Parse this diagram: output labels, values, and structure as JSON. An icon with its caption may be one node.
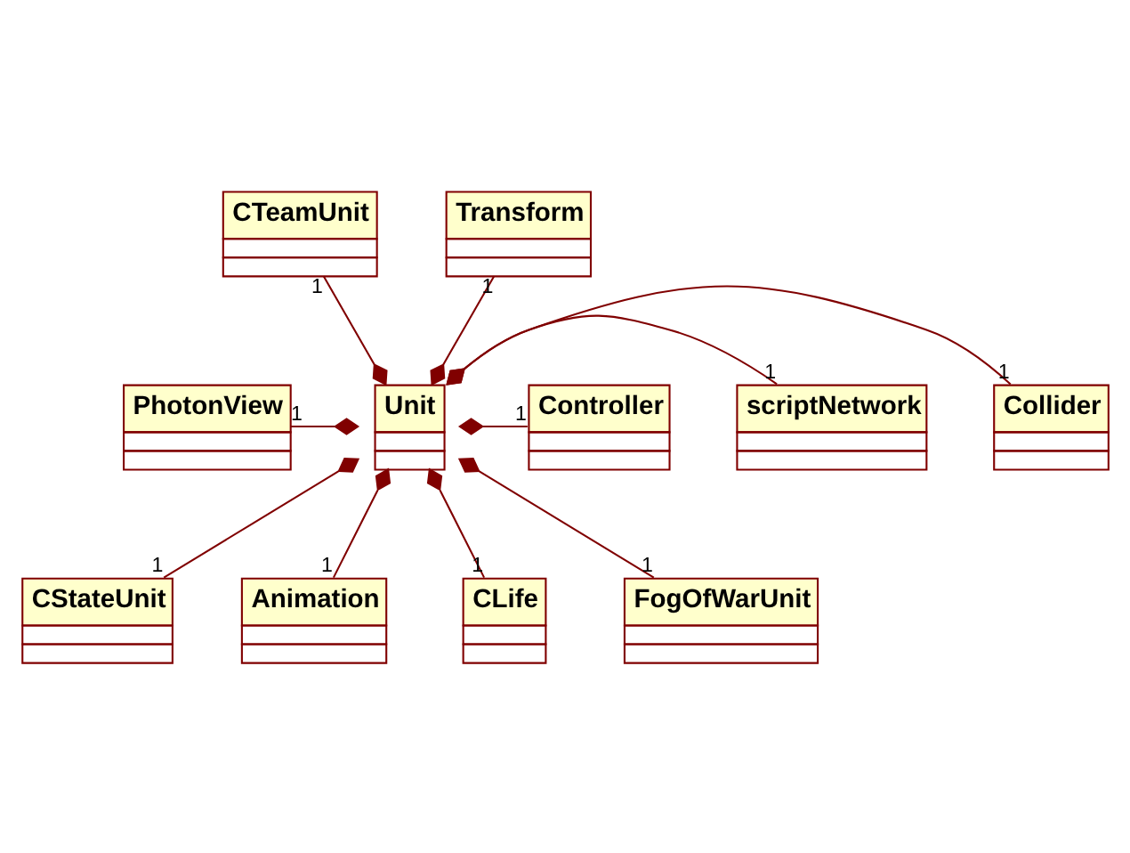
{
  "diagram": {
    "nodes": [
      {
        "text": [
          "CTeamUnit"
        ]
      },
      {
        "text": [
          "Transform"
        ]
      },
      {
        "text": [
          "PhotonView"
        ]
      },
      {
        "text": [
          "Unit"
        ]
      },
      {
        "text": [
          "Collider"
        ]
      },
      {
        "text": [
          "scriptNetwork"
        ]
      },
      {
        "text": [
          "Controller"
        ]
      },
      {
        "text": [
          "CStateUnit"
        ]
      },
      {
        "text": [
          "Animation"
        ]
      },
      {
        "text": [
          "CLife"
        ]
      },
      {
        "text": [
          "FogOfWarUnit"
        ]
      }
    ],
    "edges": [
      {
        "from": 0,
        "to": 3,
        "arrow": "other",
        "label": "1"
      },
      {
        "from": 1,
        "to": 3,
        "arrow": "other",
        "label": "1"
      },
      {
        "from": 2,
        "to": 3,
        "arrow": "other",
        "label": "1"
      },
      {
        "from": 4,
        "to": 3,
        "arrow": "other",
        "label": "1"
      },
      {
        "from": 5,
        "to": 3,
        "arrow": "other",
        "label": "1"
      },
      {
        "from": 6,
        "to": 3,
        "arrow": "other",
        "label": "1"
      },
      {
        "from": 7,
        "to": 3,
        "arrow": "other",
        "label": "1"
      },
      {
        "from": 8,
        "to": 3,
        "arrow": "other",
        "label": "1"
      },
      {
        "from": 9,
        "to": 3,
        "arrow": "other",
        "label": "1"
      },
      {
        "from": 10,
        "to": 3,
        "arrow": "other",
        "label": "1"
      }
    ]
  }
}
